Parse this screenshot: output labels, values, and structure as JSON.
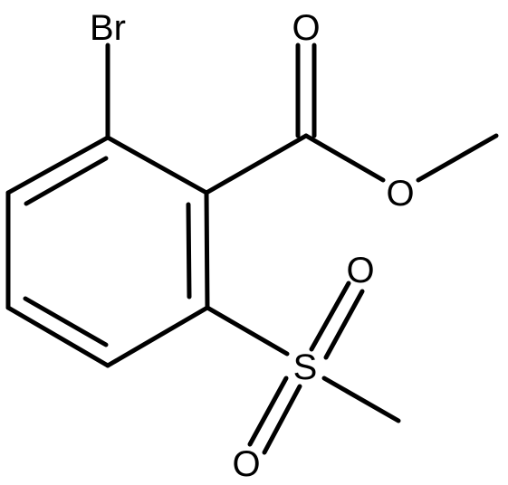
{
  "molecule": {
    "atoms": {
      "bromine": "Br",
      "carbonyl_oxygen": "O",
      "ester_oxygen": "O",
      "sulfur": "S",
      "sulfonyl_oxygen_upper": "O",
      "sulfonyl_oxygen_lower": "O"
    }
  },
  "colors": {
    "bond": "#000000",
    "label": "#000000",
    "background": "#ffffff"
  }
}
